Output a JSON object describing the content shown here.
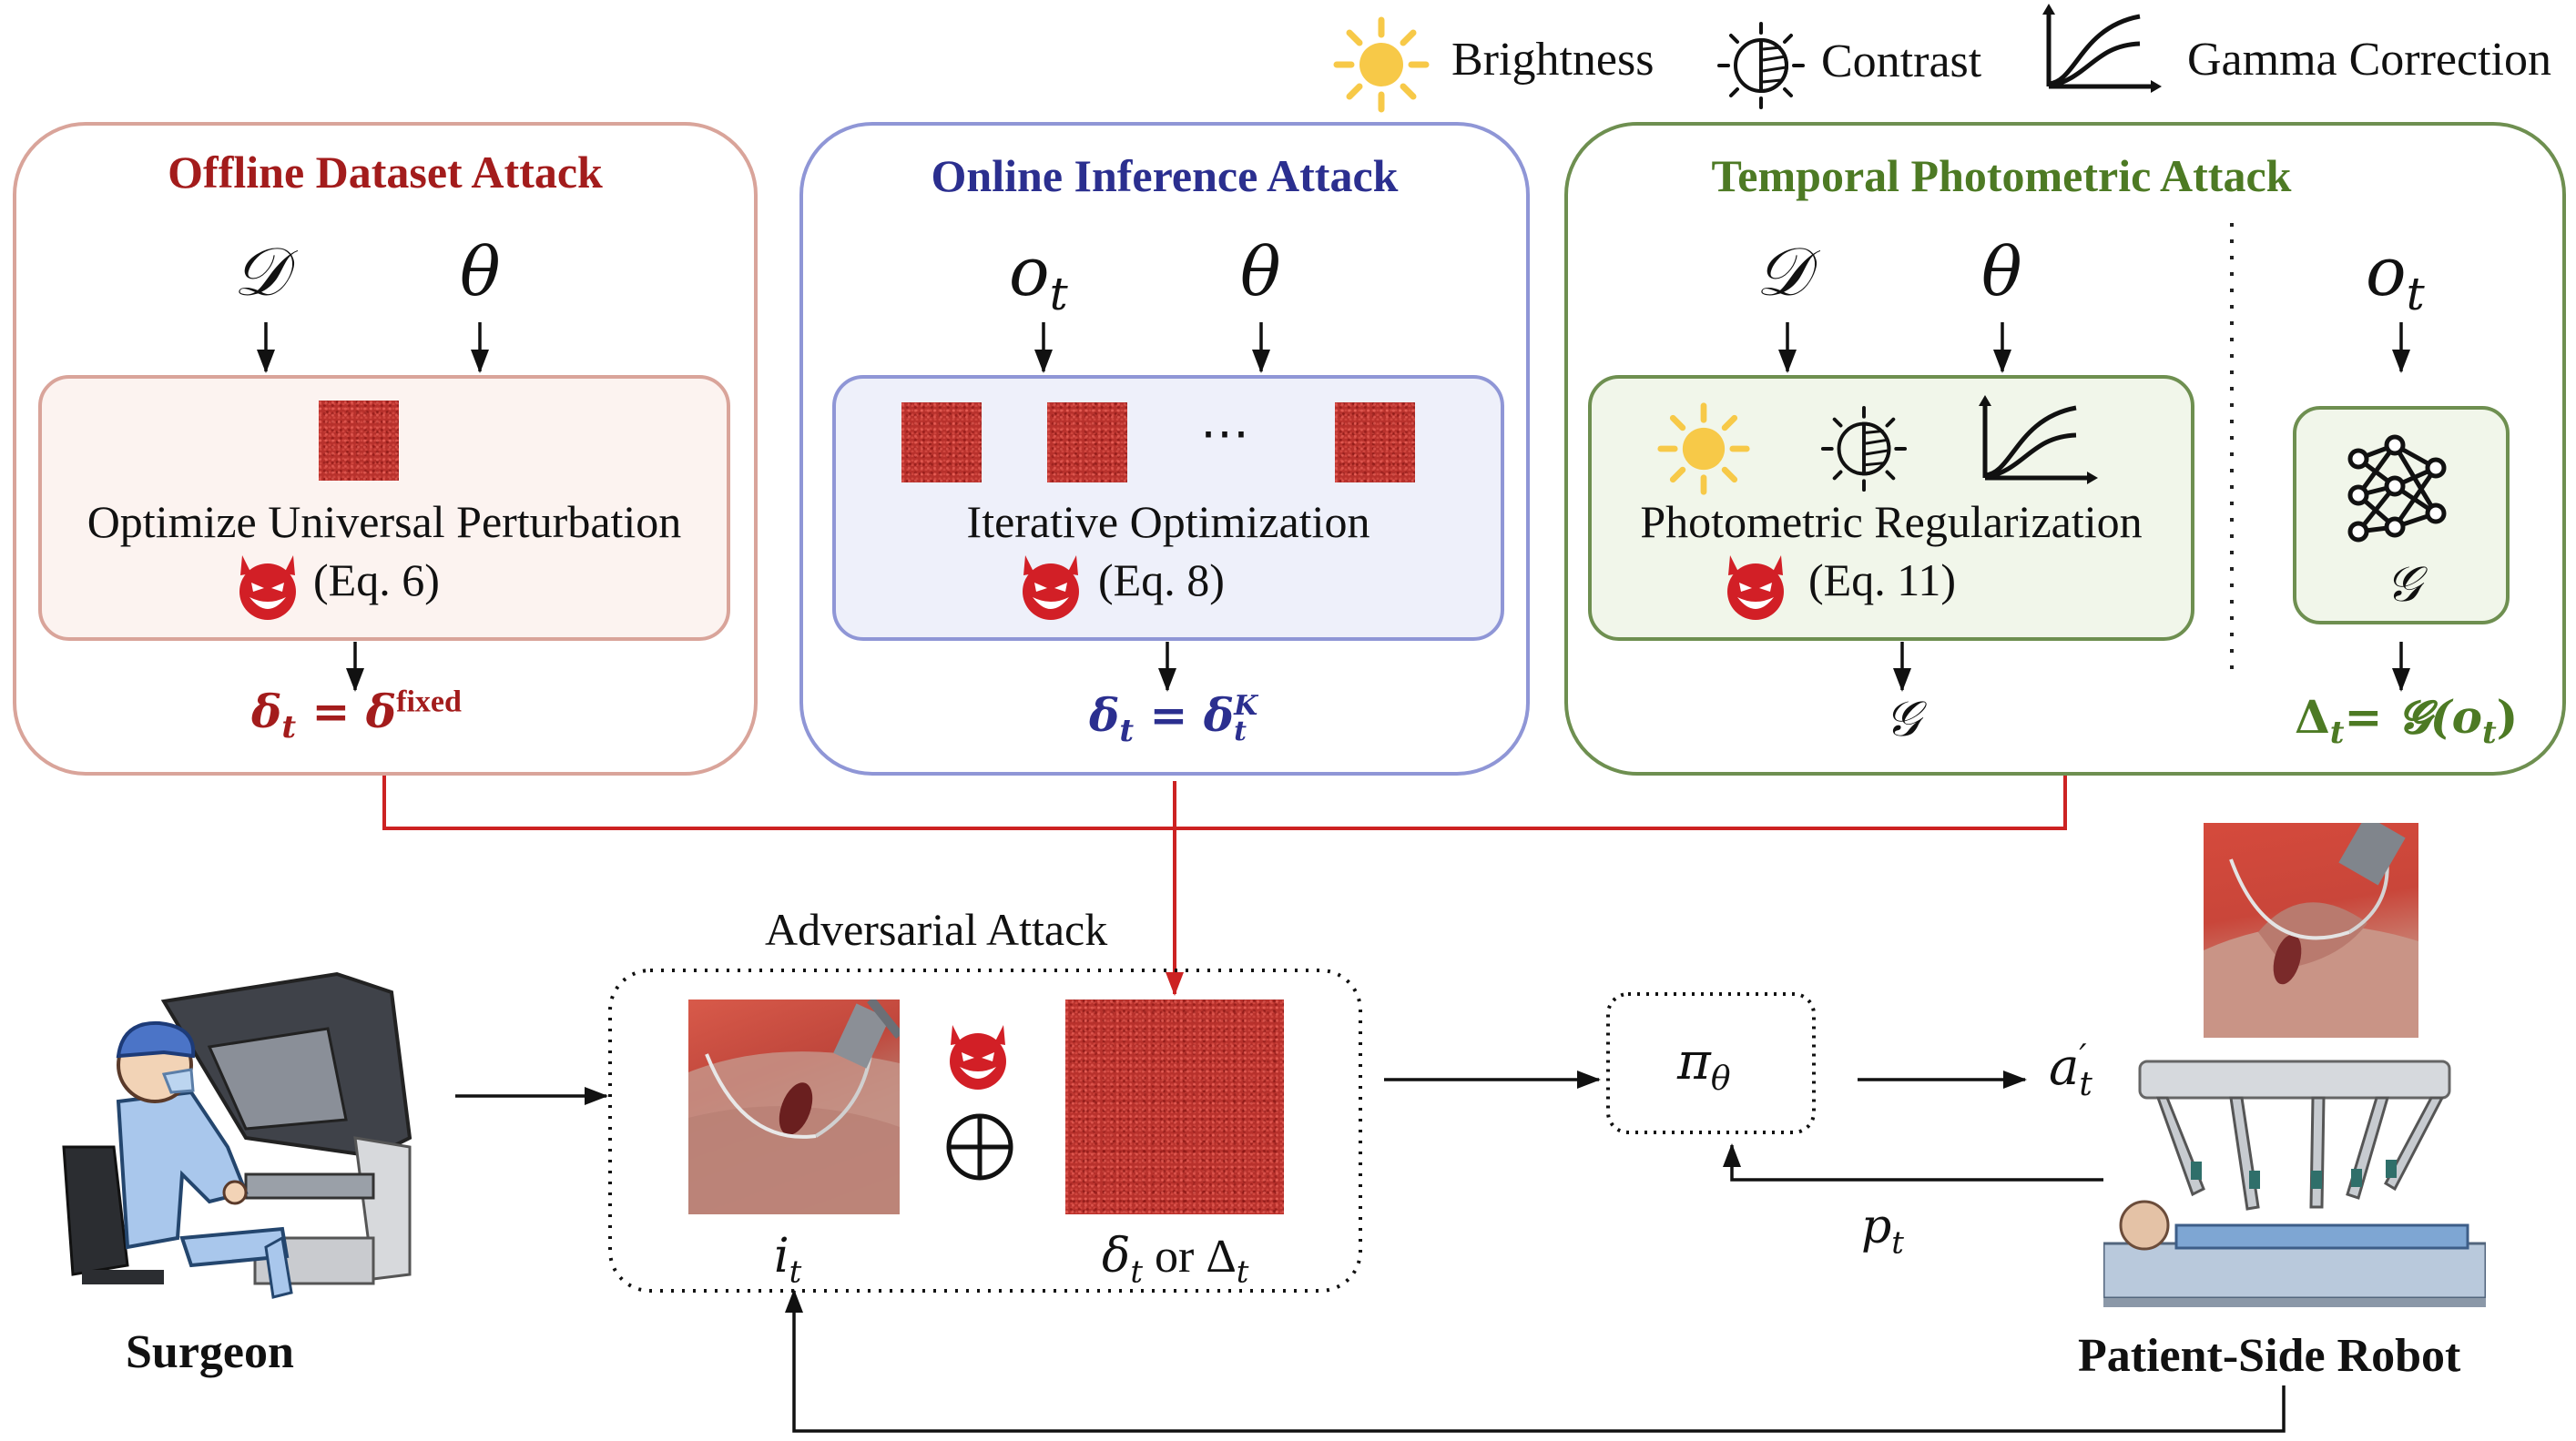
{
  "legend": {
    "brightness": "Brightness",
    "contrast": "Contrast",
    "gamma": "Gamma Correction"
  },
  "colors": {
    "offline": "#a31c1c",
    "online": "#2b2f8f",
    "temporal": "#4d7a24",
    "offline_border": "#d9a49a",
    "online_border": "#8f96d6",
    "temporal_border": "#6e8f50",
    "red_line": "#cc2222"
  },
  "offline": {
    "title": "Offline Dataset Attack",
    "in1": "𝒟",
    "in2": "θ",
    "caption": "Optimize Universal Perturbation",
    "eq_ref": "(Eq. 6)",
    "out_lhs": "δ",
    "out_sub": "t",
    "out_eq": " = ",
    "out_rhs": "δ",
    "out_sup": "fixed"
  },
  "online": {
    "title": "Online Inference Attack",
    "in1": "o",
    "in1_sub": "t",
    "in2": "θ",
    "dots": "⋯",
    "caption": "Iterative Optimization",
    "eq_ref": "(Eq. 8)",
    "out_lhs": "δ",
    "out_sub": "t",
    "out_eq": " = ",
    "out_rhs": "δ",
    "out_rhs_sub": "t",
    "out_sup": "K"
  },
  "temporal": {
    "title": "Temporal Photometric Attack",
    "in1": "𝒟",
    "in2": "θ",
    "in3": "o",
    "in3_sub": "t",
    "caption": "Photometric Regularization",
    "eq_ref": "(Eq. 11)",
    "out_left": "𝒢",
    "net_label": "𝒢",
    "out_right_lhs": "Δ",
    "out_right_sub": "t",
    "out_right_eq": "= ",
    "out_right_rhs": "𝓖(",
    "out_right_arg": "o",
    "out_right_arg_sub": "t",
    "out_right_close": ")"
  },
  "bottom": {
    "attack_title": "Adversarial Attack",
    "img_label": "i",
    "img_label_sub": "t",
    "pert_label_a": "δ",
    "pert_label_a_sub": "t",
    "pert_label_or": " or ",
    "pert_label_b": "Δ",
    "pert_label_b_sub": "t",
    "oplus": "⊕",
    "policy": "π",
    "policy_sub": "θ",
    "action": "a",
    "action_sup": "′",
    "action_sub": "t",
    "proprio": "p",
    "proprio_sub": "t",
    "surgeon": "Surgeon",
    "robot": "Patient-Side Robot"
  }
}
